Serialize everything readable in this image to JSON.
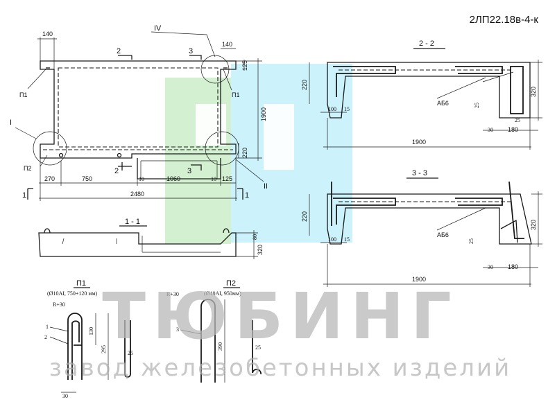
{
  "drawing": {
    "code": "2ЛП22.18в-4-к",
    "colors": {
      "line": "#1a1a1a",
      "logo_green": "#c8ecc4",
      "logo_cyan": "#bfeffa",
      "watermark": "#b9b9b9"
    },
    "plan": {
      "section_marks": {
        "s1": "1",
        "s2": "2",
        "s3": "3"
      },
      "node_labels": {
        "n1": "I",
        "n2": "II",
        "n4": "IV"
      },
      "loop_labels": {
        "p1": "П1",
        "p2": "П2"
      },
      "dims": {
        "d140": "140",
        "d125": "125",
        "d1900": "1900",
        "d220": "220",
        "d270": "270",
        "d750": "750",
        "d10a": "10",
        "d1060": "1060",
        "d10b": "10",
        "d125b": "125",
        "d2480": "2480"
      }
    },
    "section_11": {
      "label": "1 - 1",
      "dims": {
        "d80": "80",
        "d320": "320"
      }
    },
    "section_22": {
      "label": "2 - 2",
      "rebar": "АБ6",
      "dims": {
        "d220": "220",
        "d100": "100",
        "d15": "15",
        "d25a": "25",
        "d25b": "25",
        "d30": "30",
        "d180": "180",
        "d320": "320",
        "d1900": "1900"
      }
    },
    "section_33": {
      "label": "3 - 3",
      "rebar": "АБ6",
      "dims": {
        "d220": "220",
        "d100": "100",
        "d15": "15",
        "d25": "25",
        "d30": "30",
        "d180": "180",
        "d320": "320",
        "d1900": "1900"
      }
    },
    "loop_p1": {
      "title": "П1",
      "spec": "(Ø10AI, 750+120 мм)",
      "radius": "R+30",
      "labels": {
        "l1": "1",
        "l2": "2"
      },
      "dims": {
        "d130": "130",
        "d295": "295",
        "d25": "25",
        "d30": "30"
      }
    },
    "loop_p2": {
      "title": "П2",
      "spec": "(Ø10AI, 950мм)",
      "radius": "R+30",
      "labels": {
        "l3": "3"
      },
      "dims": {
        "d390": "390",
        "d25": "25"
      }
    },
    "watermark": {
      "brand": "ТЮБИНГ",
      "tagline": "завод железобетонных изделий"
    }
  }
}
